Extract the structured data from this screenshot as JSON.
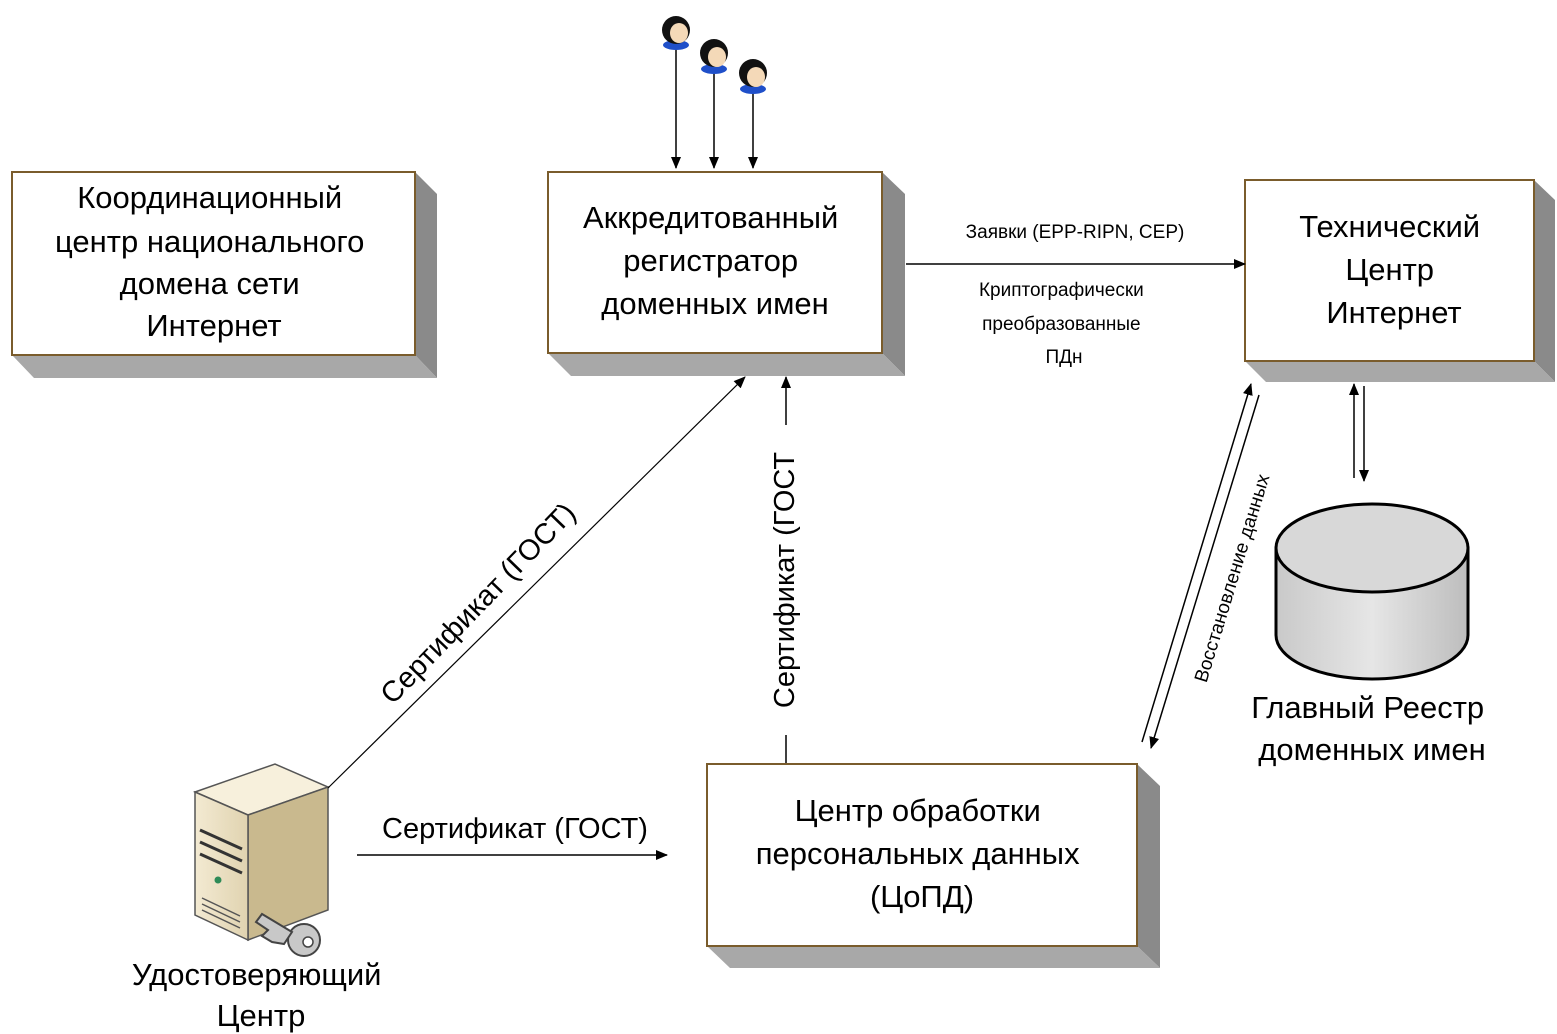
{
  "nodes": {
    "coordination_center": {
      "lines": [
        "Координационный",
        "центр национального",
        "домена сети",
        "Интернет"
      ]
    },
    "accredited_registrar": {
      "lines": [
        "Аккредитованный",
        "регистратор",
        "доменных имен"
      ]
    },
    "technical_center": {
      "lines": [
        "Технический",
        "Центр",
        "Интернет"
      ]
    },
    "pd_processing_center": {
      "lines": [
        "Центр обработки",
        "персональных данных",
        "(ЦоПД)"
      ]
    },
    "main_registry": {
      "lines": [
        "Главный Реестр",
        "доменных имен"
      ]
    },
    "certificate_authority": {
      "lines": [
        "Удостоверяющий",
        "Центр"
      ]
    }
  },
  "edges": {
    "requests": "Заявки (EPP-RIPN, CEP)",
    "crypto_pd": [
      "Криптографически",
      "преобразованные",
      "ПДн"
    ],
    "cert_ca_to_registrar": "Сертификат (ГОСТ)",
    "cert_copd_to_registrar": "Сертификат (ГОСТ",
    "cert_ca_to_copd": "Сертификат (ГОСТ)",
    "data_recovery": "Восстановление данных"
  },
  "icons": {
    "users": "user-avatar-icon",
    "ca_server": "server-with-key-icon",
    "registry_db": "database-cylinder-icon"
  },
  "colors": {
    "box_fill": "#ffffff",
    "box_border": "#7a5c2c",
    "box_side": "#a8a8a8",
    "box_side_dark": "#8a8a8a",
    "db_fill": "#d6d6d6",
    "line": "#000000"
  }
}
